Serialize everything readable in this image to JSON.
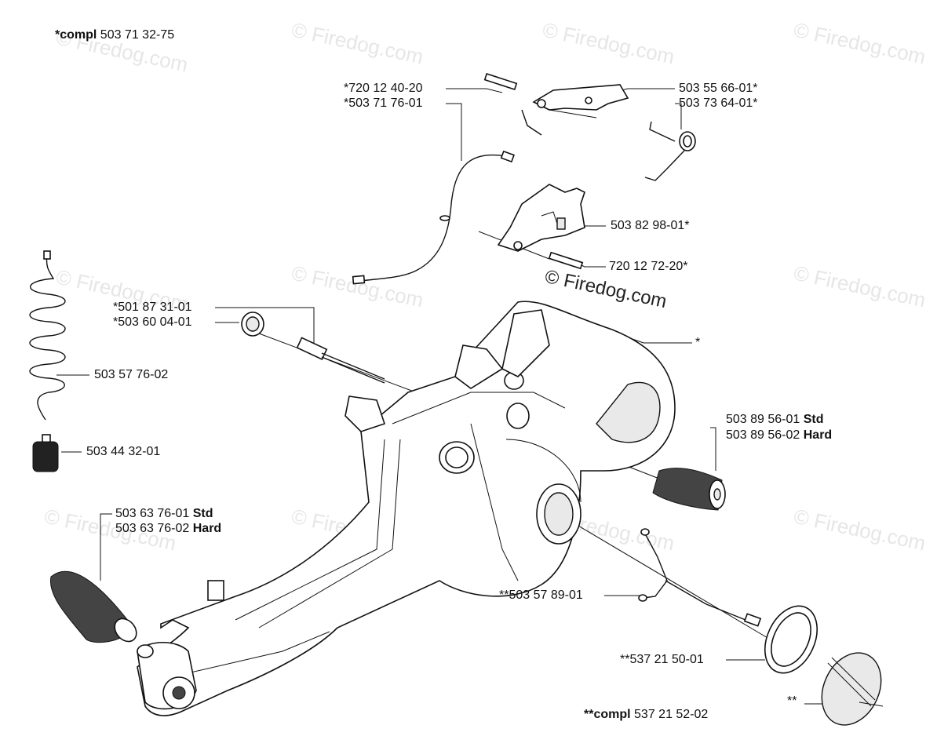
{
  "watermark": {
    "text": "© Firedog.com",
    "faint_text": "© Firedog.com"
  },
  "labels": {
    "compl_top_prefix": "*compl",
    "compl_top_number": " 503 71 32-75",
    "l_720_12_40_20": "*720 12 40-20",
    "l_503_71_76_01": "*503 71 76-01",
    "l_503_55_66_01": "503 55 66-01*",
    "l_503_73_64_01": "503 73 64-01*",
    "l_503_82_98_01": "503 82 98-01*",
    "l_720_12_72_20": "720 12 72-20*",
    "l_501_87_31_01": "*501 87 31-01",
    "l_503_60_04_01": "*503 60 04-01",
    "l_503_57_76_02": "503 57 76-02",
    "l_503_44_32_01": "503 44 32-01",
    "l_star": "*",
    "l_503_89_56_01": "503 89 56-01 ",
    "l_503_89_56_01_grade": "Std",
    "l_503_89_56_02": "503 89 56-02 ",
    "l_503_89_56_02_grade": "Hard",
    "l_503_63_76_01": "503 63 76-01 ",
    "l_503_63_76_01_grade": "Std",
    "l_503_63_76_02": "503 63 76-02 ",
    "l_503_63_76_02_grade": "Hard",
    "l_503_57_89_01": "**503 57 89-01",
    "l_537_21_50_01": "**537 21 50-01",
    "l_double_star": "**",
    "compl_bottom_prefix": "**compl",
    "compl_bottom_number": " 537 21 52-02"
  }
}
